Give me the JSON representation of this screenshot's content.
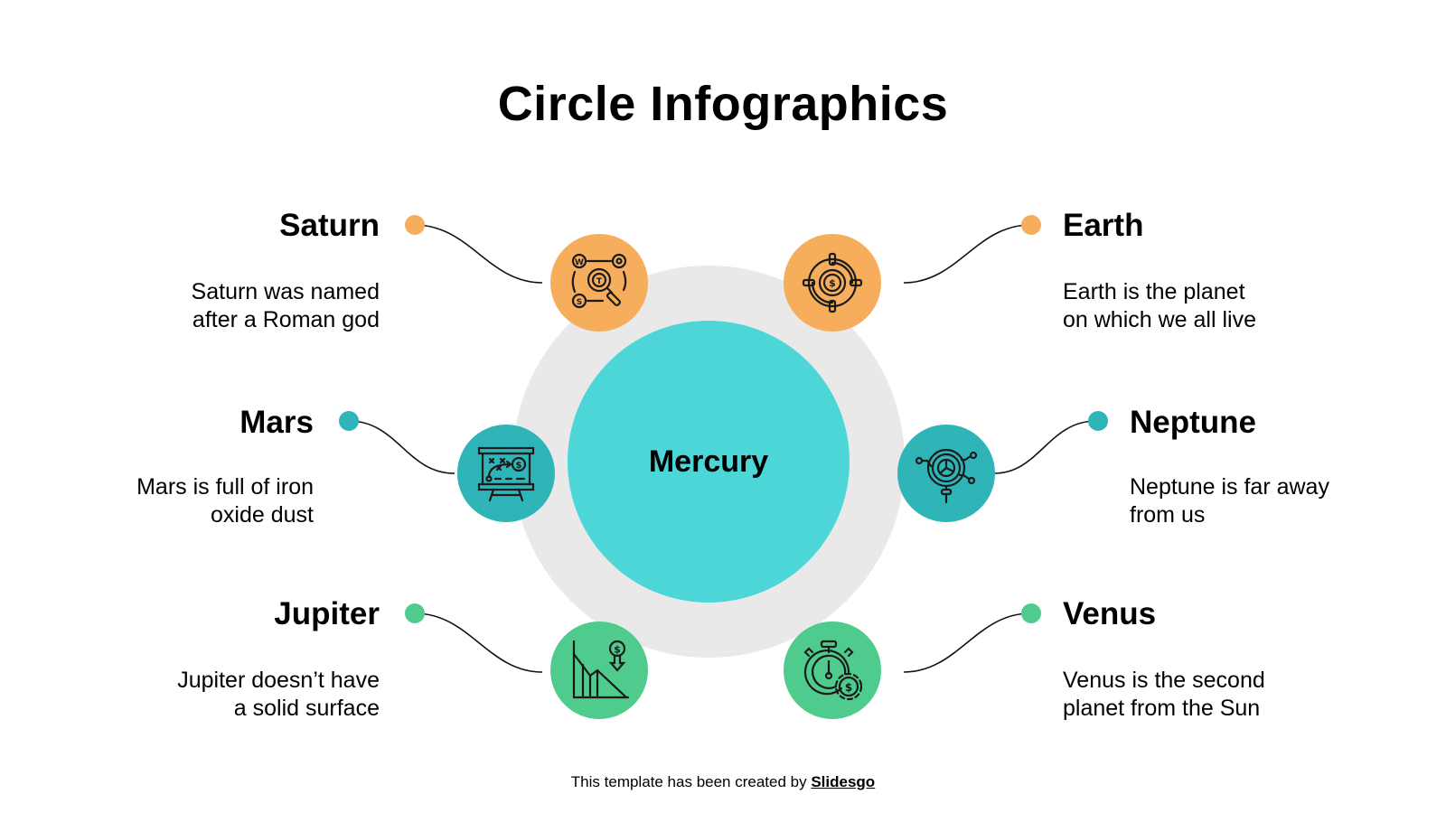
{
  "title": "Circle Infographics",
  "center": {
    "label": "Mercury",
    "color": "#4dd6d8"
  },
  "colors": {
    "orange": "#f6ad5c",
    "teal": "#2fb5b8",
    "green": "#4ecb8d",
    "ring": "#e9e9e9",
    "center": "#4dd6d8"
  },
  "items": [
    {
      "heading": "Saturn",
      "line1": "Saturn was named",
      "line2": "after a Roman god",
      "icon": "swot-magnifier-icon",
      "color": "#f6ad5c",
      "side": "left"
    },
    {
      "heading": "Earth",
      "line1": "Earth is the planet",
      "line2": "on which we all live",
      "icon": "dollar-target-icon",
      "color": "#f6ad5c",
      "side": "right"
    },
    {
      "heading": "Mars",
      "line1": "Mars is full of iron",
      "line2": "oxide dust",
      "icon": "strategy-board-icon",
      "color": "#2fb5b8",
      "side": "left"
    },
    {
      "heading": "Neptune",
      "line1": "Neptune is far away",
      "line2": "from us",
      "icon": "radar-chart-icon",
      "color": "#2fb5b8",
      "side": "right"
    },
    {
      "heading": "Jupiter",
      "line1": "Jupiter doesn’t have",
      "line2": "a solid surface",
      "icon": "declining-chart-dollar-icon",
      "color": "#4ecb8d",
      "side": "left"
    },
    {
      "heading": "Venus",
      "line1": "Venus is the second",
      "line2": "planet from the Sun",
      "icon": "stopwatch-gear-dollar-icon",
      "color": "#4ecb8d",
      "side": "right"
    }
  ],
  "footer": {
    "text": "This template has been created by ",
    "link": "Slidesgo"
  }
}
